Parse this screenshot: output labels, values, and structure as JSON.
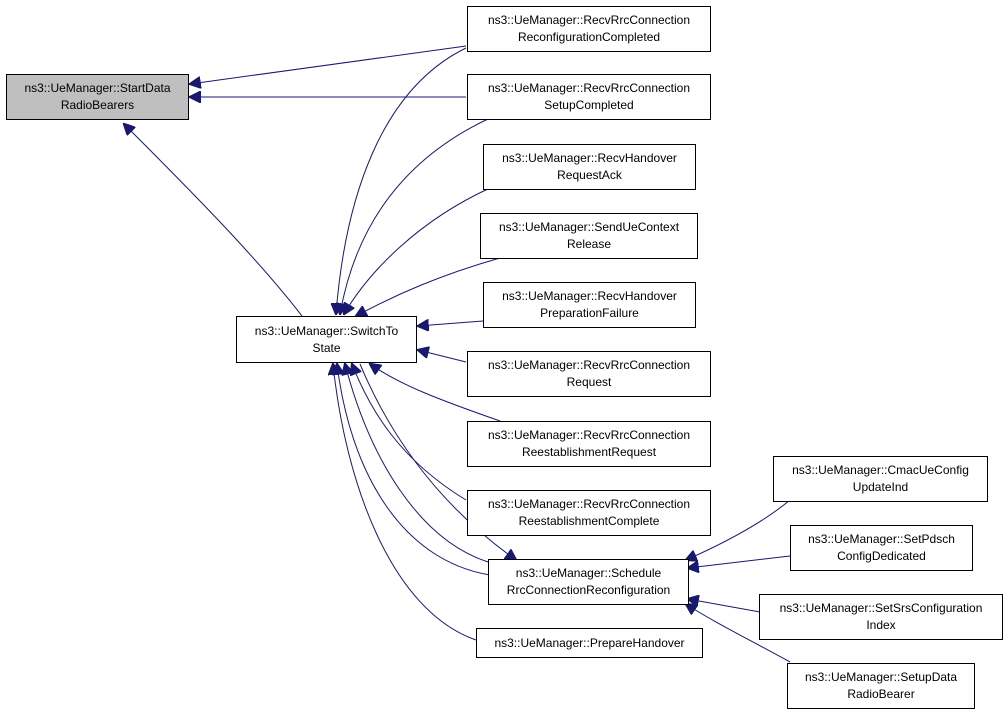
{
  "colors": {
    "edge": "#191970",
    "focus_fill": "#bfbfbf",
    "node_fill": "#ffffff",
    "border": "#000000"
  },
  "nodes": {
    "start_data_radio_bearers": {
      "line1": "ns3::UeManager::StartData",
      "line2": "RadioBearers"
    },
    "switch_to_state": {
      "line1": "ns3::UeManager::SwitchTo",
      "line2": "State"
    },
    "recv_rrc_conn_reconf_completed": {
      "line1": "ns3::UeManager::RecvRrcConnection",
      "line2": "ReconfigurationCompleted"
    },
    "recv_rrc_conn_setup_completed": {
      "line1": "ns3::UeManager::RecvRrcConnection",
      "line2": "SetupCompleted"
    },
    "recv_handover_request_ack": {
      "line1": "ns3::UeManager::RecvHandover",
      "line2": "RequestAck"
    },
    "send_ue_context_release": {
      "line1": "ns3::UeManager::SendUeContext",
      "line2": "Release"
    },
    "recv_handover_preparation_failure": {
      "line1": "ns3::UeManager::RecvHandover",
      "line2": "PreparationFailure"
    },
    "recv_rrc_conn_request": {
      "line1": "ns3::UeManager::RecvRrcConnection",
      "line2": "Request"
    },
    "recv_rrc_conn_reestablishment_request": {
      "line1": "ns3::UeManager::RecvRrcConnection",
      "line2": "ReestablishmentRequest"
    },
    "recv_rrc_conn_reestablishment_complete": {
      "line1": "ns3::UeManager::RecvRrcConnection",
      "line2": "ReestablishmentComplete"
    },
    "schedule_rrc_conn_reconfiguration": {
      "line1": "ns3::UeManager::Schedule",
      "line2": "RrcConnectionReconfiguration"
    },
    "prepare_handover": {
      "line1": "ns3::UeManager::PrepareHandover",
      "line2": ""
    },
    "cmac_ue_config_update_ind": {
      "line1": "ns3::UeManager::CmacUeConfig",
      "line2": "UpdateInd"
    },
    "set_pdsch_config_dedicated": {
      "line1": "ns3::UeManager::SetPdsch",
      "line2": "ConfigDedicated"
    },
    "set_srs_configuration_index": {
      "line1": "ns3::UeManager::SetSrsConfiguration",
      "line2": "Index"
    },
    "setup_data_radio_bearer": {
      "line1": "ns3::UeManager::SetupData",
      "line2": "RadioBearer"
    }
  }
}
